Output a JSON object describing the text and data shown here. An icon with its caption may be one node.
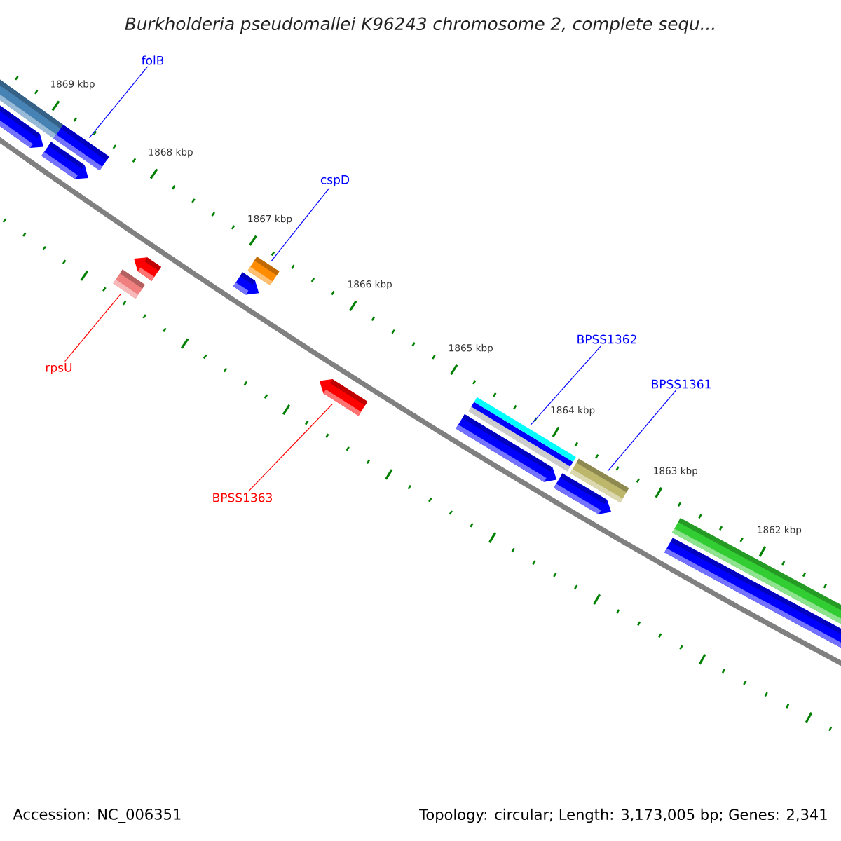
{
  "diagram": {
    "title": "Burkholderia pseudomallei K96243 chromosome 2, complete sequ...",
    "nodes": [
      {
        "text": [
          "folB"
        ]
      },
      {
        "text": [],
        "shape": "bar"
      },
      {
        "text": [
          "cspD"
        ]
      },
      {
        "text": [],
        "shape": "bar"
      },
      {
        "text": [
          "rpsU"
        ]
      },
      {
        "text": [],
        "shape": "bar"
      },
      {
        "text": [
          "BPSS1363"
        ]
      },
      {
        "text": [],
        "shape": "arrow"
      },
      {
        "text": [
          "BPSS1362"
        ]
      },
      {
        "text": [],
        "shape": "bar"
      },
      {
        "text": [
          "BPSS1361"
        ]
      },
      {
        "text": [],
        "shape": "bar"
      }
    ],
    "edges": [
      {
        "from": 0,
        "to": 1,
        "arrow": "none"
      },
      {
        "from": 2,
        "to": 3,
        "arrow": "none"
      },
      {
        "from": 4,
        "to": 5,
        "arrow": "none",
        "color": "#ff0000"
      },
      {
        "from": 6,
        "to": 7,
        "arrow": "none",
        "color": "#ff0000"
      },
      {
        "from": 8,
        "to": 9,
        "arrow": "none"
      },
      {
        "from": 10,
        "to": 11,
        "arrow": "none"
      }
    ],
    "labels": [
      "1869 kbp",
      "1868 kbp",
      "1867 kbp",
      "1866 kbp",
      "1865 kbp",
      "1864 kbp",
      "1863 kbp",
      "1862 kbp",
      "Accession: NC_006351",
      "Topology: circular; Length: 3,173,005 bp; Genes: 2,341"
    ]
  }
}
